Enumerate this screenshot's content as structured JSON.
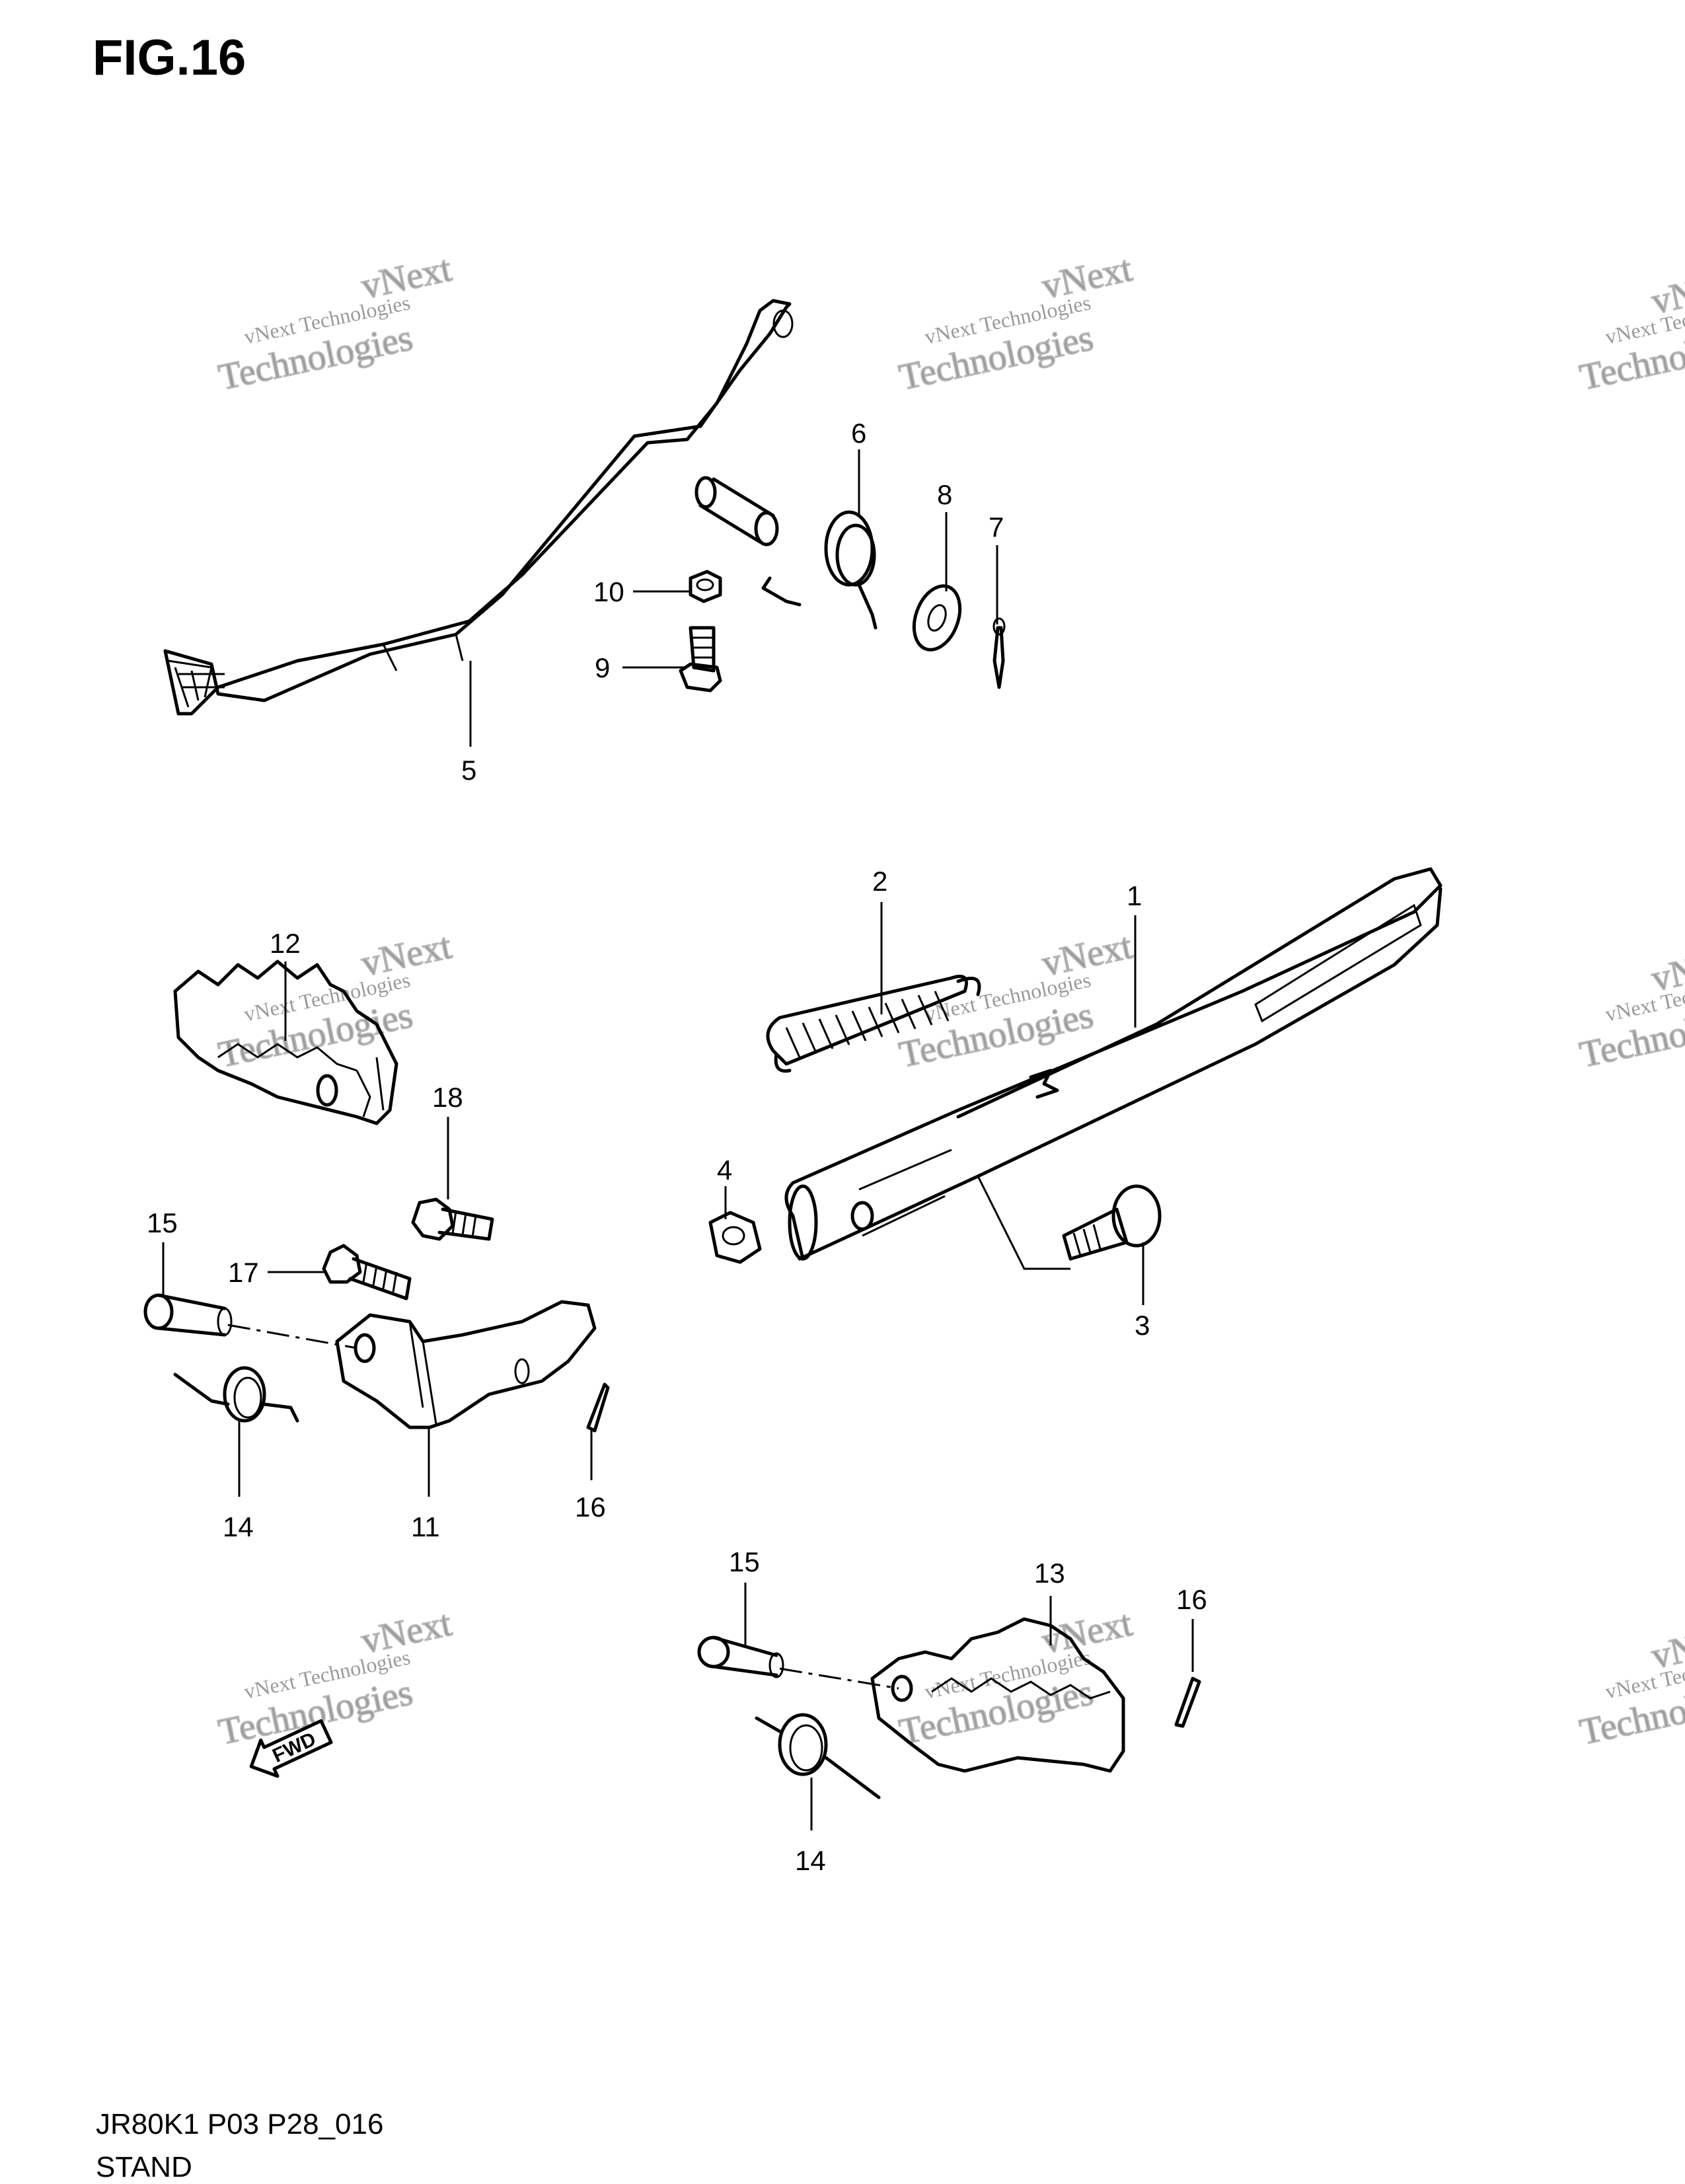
{
  "figure": {
    "title": "FIG.16",
    "model_code": "JR80K1 P03 P28_016",
    "section_name": "STAND"
  },
  "callouts": [
    "1",
    "2",
    "3",
    "4",
    "5",
    "6",
    "7",
    "8",
    "9",
    "10",
    "11",
    "12",
    "13",
    "14",
    "14",
    "15",
    "15",
    "16",
    "16",
    "17",
    "18"
  ],
  "watermark": {
    "line1": "vNext Technologies",
    "line2": "vNext",
    "line3": "Technologies"
  },
  "direction_label": "FWD"
}
